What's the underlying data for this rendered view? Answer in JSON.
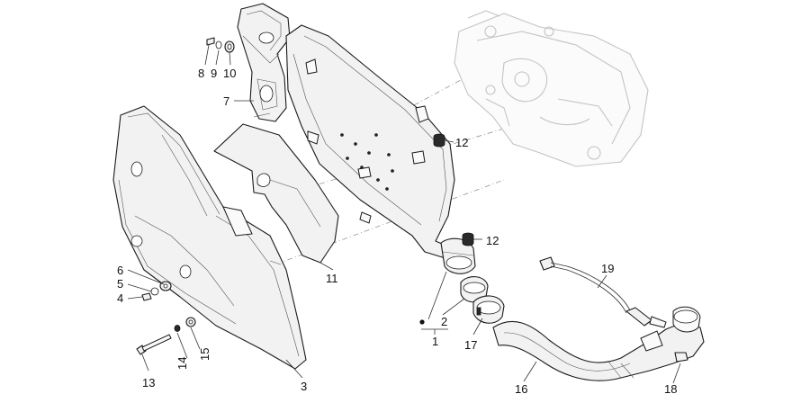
{
  "callouts": [
    {
      "id": "c1",
      "text": "1"
    },
    {
      "id": "c2",
      "text": "2"
    },
    {
      "id": "c3",
      "text": "3"
    },
    {
      "id": "c4",
      "text": "4"
    },
    {
      "id": "c5",
      "text": "5"
    },
    {
      "id": "c6",
      "text": "6"
    },
    {
      "id": "c7",
      "text": "7"
    },
    {
      "id": "c8",
      "text": "8"
    },
    {
      "id": "c9",
      "text": "9"
    },
    {
      "id": "c10",
      "text": "10"
    },
    {
      "id": "c11",
      "text": "11"
    },
    {
      "id": "c12a",
      "text": "12"
    },
    {
      "id": "c12b",
      "text": "12"
    },
    {
      "id": "c13",
      "text": "13"
    },
    {
      "id": "c14",
      "text": "14"
    },
    {
      "id": "c15",
      "text": "15"
    },
    {
      "id": "c16",
      "text": "16"
    },
    {
      "id": "c17",
      "text": "17"
    },
    {
      "id": "c18",
      "text": "18"
    },
    {
      "id": "c19",
      "text": "19"
    }
  ]
}
